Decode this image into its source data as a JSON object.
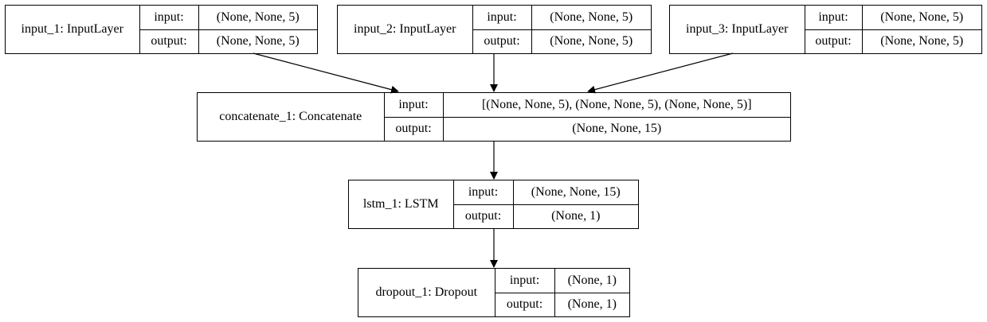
{
  "nodes": [
    {
      "id": "input_1",
      "label": "input_1: InputLayer",
      "input_label": "input:",
      "input": "(None, None, 5)",
      "output_label": "output:",
      "output": "(None, None, 5)"
    },
    {
      "id": "input_2",
      "label": "input_2: InputLayer",
      "input_label": "input:",
      "input": "(None, None, 5)",
      "output_label": "output:",
      "output": "(None, None, 5)"
    },
    {
      "id": "input_3",
      "label": "input_3: InputLayer",
      "input_label": "input:",
      "input": "(None, None, 5)",
      "output_label": "output:",
      "output": "(None, None, 5)"
    },
    {
      "id": "concatenate_1",
      "label": "concatenate_1: Concatenate",
      "input_label": "input:",
      "input": "[(None, None, 5), (None, None, 5), (None, None, 5)]",
      "output_label": "output:",
      "output": "(None, None, 15)"
    },
    {
      "id": "lstm_1",
      "label": "lstm_1: LSTM",
      "input_label": "input:",
      "input": "(None, None, 15)",
      "output_label": "output:",
      "output": "(None, 1)"
    },
    {
      "id": "dropout_1",
      "label": "dropout_1: Dropout",
      "input_label": "input:",
      "input": "(None, 1)",
      "output_label": "output:",
      "output": "(None, 1)"
    }
  ],
  "edges": [
    {
      "from": "input_1",
      "to": "concatenate_1"
    },
    {
      "from": "input_2",
      "to": "concatenate_1"
    },
    {
      "from": "input_3",
      "to": "concatenate_1"
    },
    {
      "from": "concatenate_1",
      "to": "lstm_1"
    },
    {
      "from": "lstm_1",
      "to": "dropout_1"
    }
  ],
  "colors": {
    "stroke": "#000000",
    "background": "#ffffff"
  }
}
